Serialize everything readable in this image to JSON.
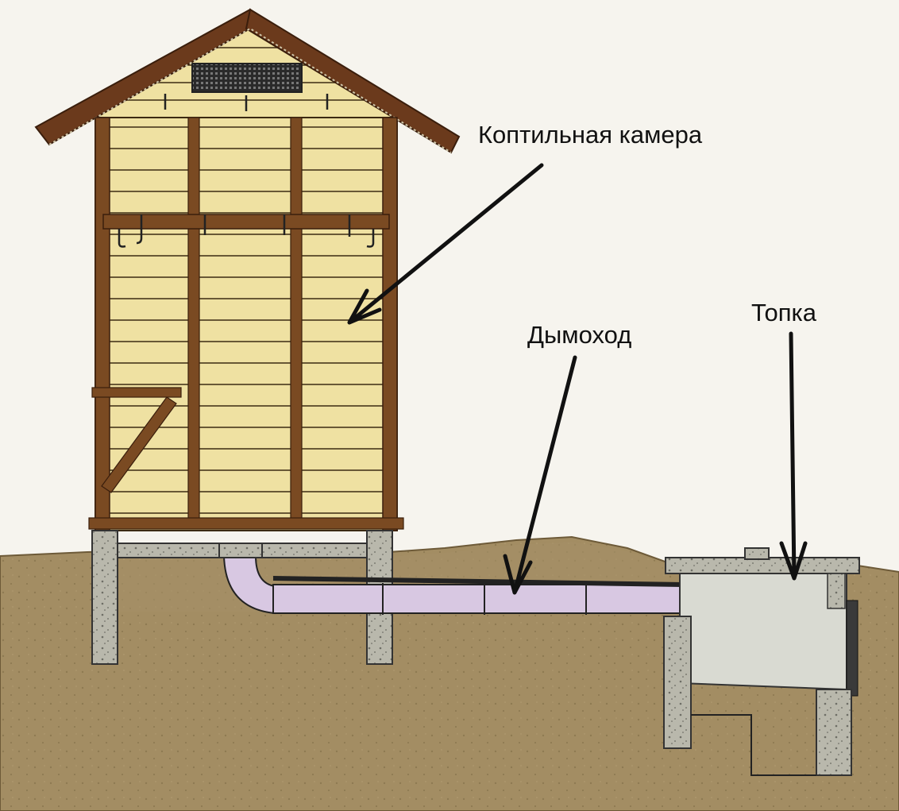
{
  "labels": {
    "smoking_chamber": "Коптильная камера",
    "chimney": "Дымоход",
    "firebox": "Топка"
  },
  "colors": {
    "background": "#f6f4ee",
    "siding": "#efe1a2",
    "siding_line": "#3b2a12",
    "timber": "#7a4a22",
    "roof": "#6b3a1c",
    "soil": "#a08a60",
    "concrete": "#b8b8ac",
    "chimney_pipe": "#d8c8e2",
    "firebox": "#d9dad2",
    "arrow": "#111111"
  }
}
